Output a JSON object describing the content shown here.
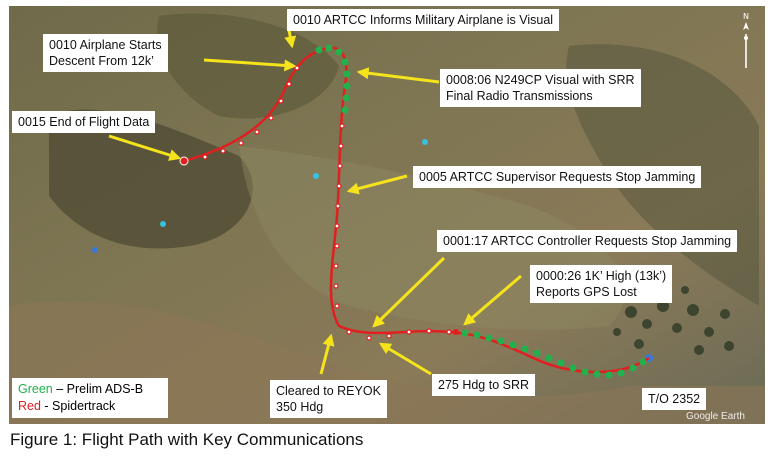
{
  "figure": {
    "caption": "Figure 1: Flight Path with Key Communications",
    "watermark": "Google Earth"
  },
  "legend": {
    "green_label": "Green",
    "green_text": " – Prelim ADS-B",
    "red_label": "Red",
    "red_text": " - Spidertrack",
    "green_color": "#22b14c",
    "red_color": "#e02020"
  },
  "annotations": {
    "military_visual": "0010 ARTCC Informs Military Airplane is Visual",
    "descent": "0010 Airplane Starts\nDescent From 12k’",
    "n249cp_visual": "0008:06 N249CP Visual with SRR\nFinal Radio Transmissions",
    "end_of_data": "0015 End of Flight Data",
    "supervisor": "0005 ARTCC Supervisor Requests Stop Jamming",
    "controller": "0001:17 ARTCC Controller Requests Stop Jamming",
    "gps_lost": "0000:26 1K’ High (13k’)\nReports GPS Lost",
    "cleared": "Cleared to REYOK\n350 Hdg",
    "heading_srr": "275 Hdg to SRR",
    "takeoff": "T/O 2352"
  },
  "colors": {
    "arrow": "#f5e31c",
    "ads_b": "#22b14c",
    "spidertrack": "#e02020"
  }
}
